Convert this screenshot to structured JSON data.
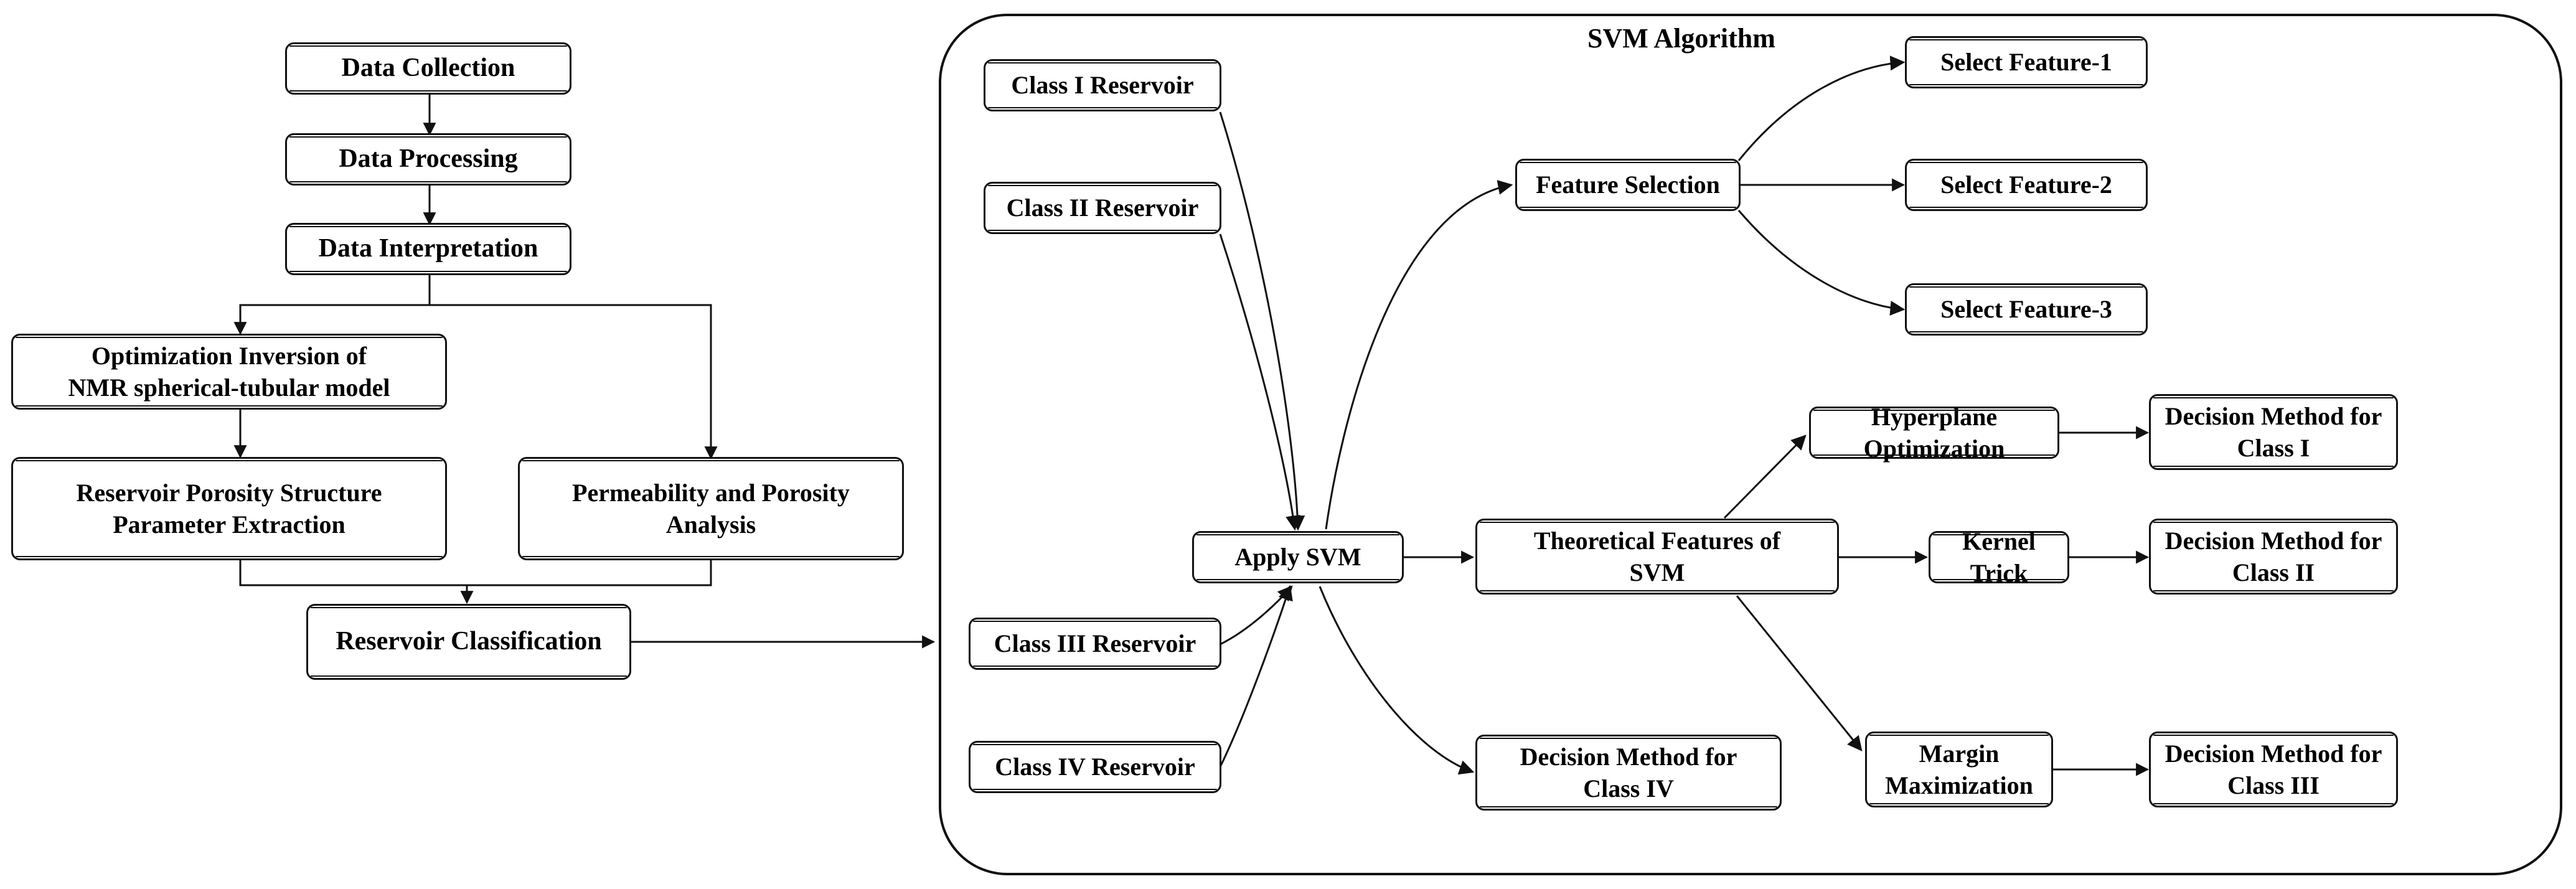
{
  "diagram": {
    "title_label": "SVM Algorithm",
    "stroke_color": "#111111",
    "background_color": "#ffffff",
    "left_pipeline": {
      "nodes": [
        {
          "id": "data-collection",
          "label": "Data Collection"
        },
        {
          "id": "data-processing",
          "label": "Data Processing"
        },
        {
          "id": "data-interpretation",
          "label": "Data Interpretation"
        },
        {
          "id": "optimization-inversion",
          "label": "Optimization Inversion of\nNMR spherical-tubular model"
        },
        {
          "id": "porosity-structure",
          "label": "Reservoir Porosity Structure\nParameter Extraction"
        },
        {
          "id": "permeability-porosity",
          "label": "Permeability and Porosity\nAnalysis"
        },
        {
          "id": "reservoir-classification",
          "label": "Reservoir Classification"
        }
      ]
    },
    "svm_panel": {
      "group_label": "SVM Algorithm",
      "reservoir_classes": [
        {
          "id": "class-1-reservoir",
          "label": "Class I Reservoir"
        },
        {
          "id": "class-2-reservoir",
          "label": "Class II Reservoir"
        },
        {
          "id": "class-3-reservoir",
          "label": "Class III Reservoir"
        },
        {
          "id": "class-4-reservoir",
          "label": "Class IV Reservoir"
        }
      ],
      "apply_svm": {
        "id": "apply-svm",
        "label": "Apply SVM"
      },
      "feature_selection": {
        "id": "feature-selection",
        "label": "Feature Selection"
      },
      "selected_features": [
        {
          "id": "select-feature-1",
          "label": "Select Feature-1"
        },
        {
          "id": "select-feature-2",
          "label": "Select Feature-2"
        },
        {
          "id": "select-feature-3",
          "label": "Select Feature-3"
        }
      ],
      "theoretical_features": {
        "id": "theoretical-features-of-svm",
        "label": "Theoretical Features of\nSVM"
      },
      "svm_theory_items": [
        {
          "id": "hyperplane-optimization",
          "label": "Hyperplane Optimization"
        },
        {
          "id": "kernel-trick",
          "label": "Kernel Trick"
        },
        {
          "id": "margin-maximization",
          "label": "Margin\nMaximization"
        }
      ],
      "decision_methods": [
        {
          "id": "decision-method-class-1",
          "label": "Decision Method for\nClass I"
        },
        {
          "id": "decision-method-class-2",
          "label": "Decision Method for\nClass II"
        },
        {
          "id": "decision-method-class-3",
          "label": "Decision Method for\nClass III"
        },
        {
          "id": "decision-method-class-4",
          "label": "Decision Method for\nClass IV"
        }
      ]
    },
    "connections": [
      {
        "from": "data-collection",
        "to": "data-processing",
        "style": "straight-arrow"
      },
      {
        "from": "data-processing",
        "to": "data-interpretation",
        "style": "straight-arrow"
      },
      {
        "from": "data-interpretation",
        "to": "optimization-inversion",
        "style": "elbow-arrow"
      },
      {
        "from": "data-interpretation",
        "to": "permeability-porosity",
        "style": "elbow-arrow"
      },
      {
        "from": "optimization-inversion",
        "to": "porosity-structure",
        "style": "straight-arrow"
      },
      {
        "from": "porosity-structure",
        "to": "reservoir-classification",
        "style": "elbow-arrow"
      },
      {
        "from": "permeability-porosity",
        "to": "reservoir-classification",
        "style": "elbow-arrow"
      },
      {
        "from": "reservoir-classification",
        "to": "svm-panel",
        "style": "straight-arrow"
      },
      {
        "from": "class-1-reservoir",
        "to": "apply-svm",
        "style": "curve-arrow"
      },
      {
        "from": "class-2-reservoir",
        "to": "apply-svm",
        "style": "curve-arrow"
      },
      {
        "from": "class-3-reservoir",
        "to": "apply-svm",
        "style": "curve-arrow"
      },
      {
        "from": "class-4-reservoir",
        "to": "apply-svm",
        "style": "curve-arrow"
      },
      {
        "from": "apply-svm",
        "to": "feature-selection",
        "style": "curve-arrow"
      },
      {
        "from": "apply-svm",
        "to": "theoretical-features-of-svm",
        "style": "straight-arrow"
      },
      {
        "from": "apply-svm",
        "to": "decision-method-class-4",
        "style": "curve-arrow"
      },
      {
        "from": "feature-selection",
        "to": "select-feature-1",
        "style": "curve-arrow"
      },
      {
        "from": "feature-selection",
        "to": "select-feature-2",
        "style": "straight-arrow"
      },
      {
        "from": "feature-selection",
        "to": "select-feature-3",
        "style": "curve-arrow"
      },
      {
        "from": "theoretical-features-of-svm",
        "to": "hyperplane-optimization",
        "style": "curve-arrow"
      },
      {
        "from": "theoretical-features-of-svm",
        "to": "kernel-trick",
        "style": "straight-arrow"
      },
      {
        "from": "theoretical-features-of-svm",
        "to": "margin-maximization",
        "style": "curve-arrow"
      },
      {
        "from": "hyperplane-optimization",
        "to": "decision-method-class-1",
        "style": "straight-arrow"
      },
      {
        "from": "kernel-trick",
        "to": "decision-method-class-2",
        "style": "straight-arrow"
      },
      {
        "from": "margin-maximization",
        "to": "decision-method-class-3",
        "style": "straight-arrow"
      }
    ]
  }
}
